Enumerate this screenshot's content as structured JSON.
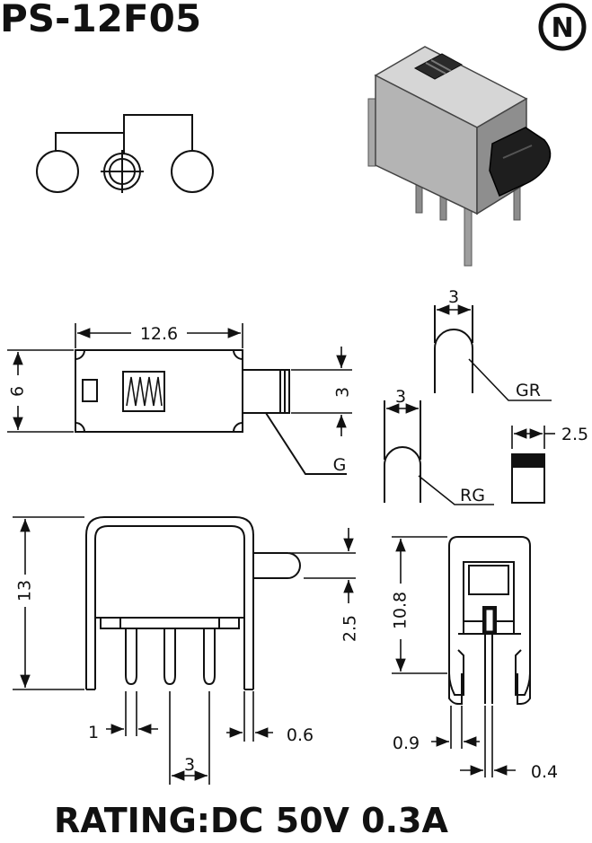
{
  "title": "PS-12F05",
  "logo": {
    "letter": "N"
  },
  "rating": "RATING:DC 50V 0.3A",
  "dimensions": {
    "top_length": "12.6",
    "top_height": "6",
    "actuator_width": "3",
    "pin_spacing": "1",
    "pin_width": "0.6",
    "pin_pitch": "3",
    "side_height": "13",
    "actuator_offset": "2.5",
    "end_height": "10.8",
    "end_pin_gap": "0.9",
    "end_pin_width": "0.4",
    "gr_width": "3",
    "rg_width": "3",
    "lever_width": "2.5"
  },
  "labels": {
    "gr": "GR",
    "rg": "RG",
    "g": "G"
  },
  "colors": {
    "ink": "#111111",
    "metal_light": "#cfcfcf",
    "metal_mid": "#9a9a9a",
    "metal_dark": "#5e5e5e",
    "lever_black": "#1a1a1a"
  }
}
